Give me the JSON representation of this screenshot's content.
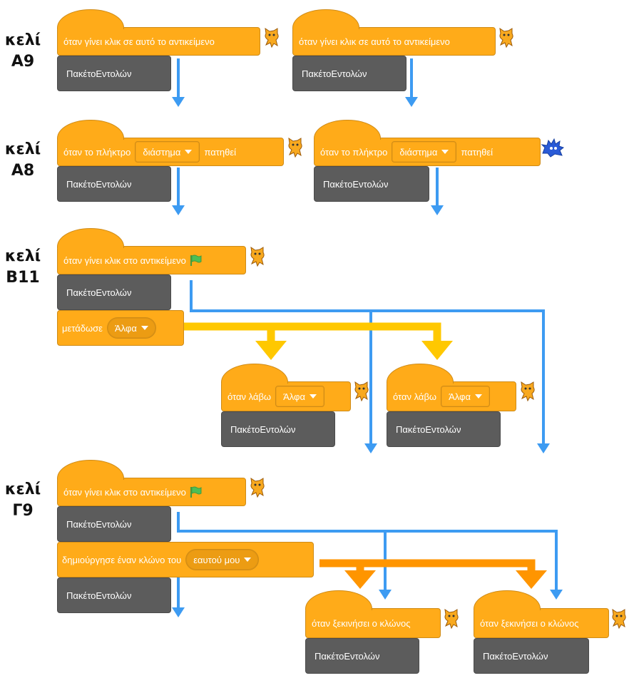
{
  "cells": [
    {
      "line1": "κελί",
      "line2": "Α9"
    },
    {
      "line1": "κελί",
      "line2": "Α8"
    },
    {
      "line1": "κελί",
      "line2": "Β11"
    },
    {
      "line1": "κελί",
      "line2": "Γ9"
    }
  ],
  "blocks": {
    "when_sprite_clicked": "όταν γίνει κλικ σε αυτό το αντικείμενο",
    "when_key_pressed_prefix": "όταν το πλήκτρο",
    "key_value": "διάστημα",
    "when_key_pressed_suffix": "πατηθεί",
    "when_flag_clicked": "όταν γίνει κλικ στο αντικείμενο",
    "script_pack": "ΠακέτοΕντολών",
    "broadcast": "μετάδωσε",
    "broadcast_message": "Άλφα",
    "when_receive": "όταν λάβω",
    "create_clone": "δημιούργησε έναν κλώνο του",
    "clone_target": "εαυτού μου",
    "when_clone_starts": "όταν ξεκινήσει ο κλώνος"
  },
  "colors": {
    "events": "#FFAB19",
    "control": "#FFAB19",
    "script_pack": "#5C5C5C",
    "flow_arrow": "#3D9BF2",
    "broadcast_arrow": "#FFC800",
    "clone_arrow": "#FF9500"
  },
  "icons": [
    "cat-sprite-icon",
    "blue-monster-sprite-icon",
    "green-flag-icon",
    "dropdown-arrow-icon"
  ]
}
